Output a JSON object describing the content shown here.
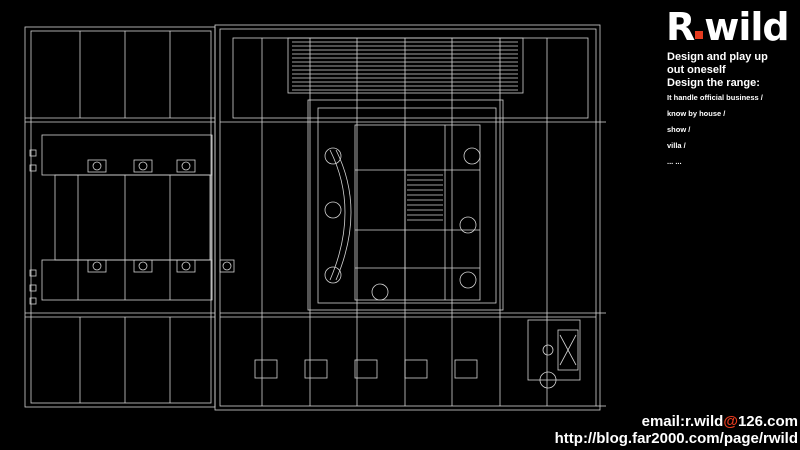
{
  "brand": {
    "logo_prefix": "R",
    "logo_suffix": "wild",
    "accent_color": "#e53a1e"
  },
  "tagline": {
    "line1": "Design and play up",
    "line2": "out oneself",
    "line3": "Design the range:"
  },
  "range_items": [
    "It handle official business /",
    "know by house /",
    "show /",
    "villa /",
    "... ..."
  ],
  "contact": {
    "email_user": "email:r.wild",
    "email_at": "@",
    "email_domain": "126.com",
    "url": "http://blog.far2000.com/page/rwild"
  },
  "drawing": {
    "type": "architectural floor plan",
    "line_color": "#d9d9d9",
    "background": "#000000"
  }
}
